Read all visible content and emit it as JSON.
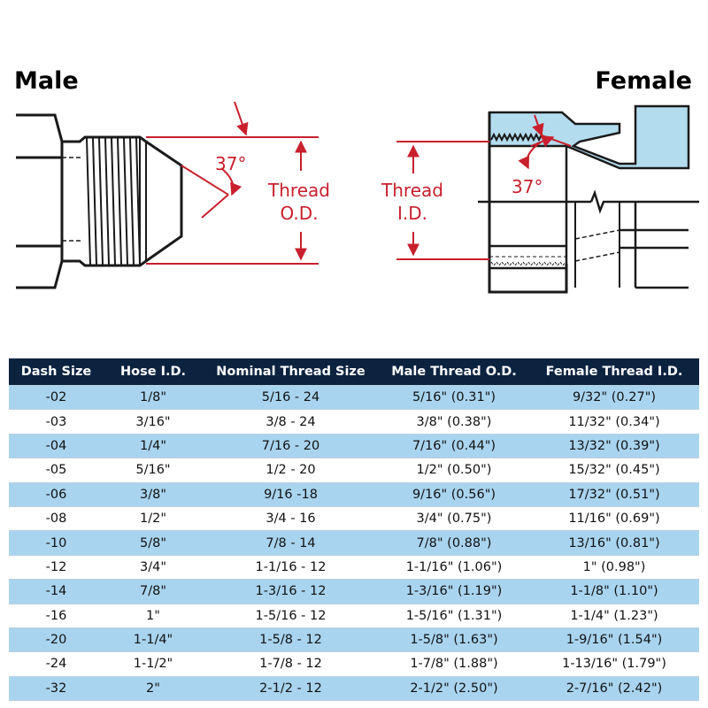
{
  "diagram": {
    "male_label": "Male",
    "female_label": "Female",
    "male_angle": "37°",
    "male_dim_line1": "Thread",
    "male_dim_line2": "O.D.",
    "female_dim_line1": "Thread",
    "female_dim_line2": "I.D.",
    "female_angle": "37°",
    "accent_color": "#c8202d",
    "fill_color": "#b3dcef"
  },
  "table": {
    "headers": [
      "Dash Size",
      "Hose I.D.",
      "Nominal Thread Size",
      "Male Thread O.D.",
      "Female Thread I.D."
    ],
    "rows": [
      [
        "-02",
        "1/8\"",
        "5/16 - 24",
        "5/16\" (0.31\")",
        "9/32\" (0.27\")"
      ],
      [
        "-03",
        "3/16\"",
        "3/8 - 24",
        "3/8\" (0.38\")",
        "11/32\" (0.34\")"
      ],
      [
        "-04",
        "1/4\"",
        "7/16 - 20",
        "7/16\" (0.44\")",
        "13/32\" (0.39\")"
      ],
      [
        "-05",
        "5/16\"",
        "1/2 - 20",
        "1/2\" (0.50\")",
        "15/32\" (0.45\")"
      ],
      [
        "-06",
        "3/8\"",
        "9/16 -18",
        "9/16\" (0.56\")",
        "17/32\" (0.51\")"
      ],
      [
        "-08",
        "1/2\"",
        "3/4 - 16",
        "3/4\" (0.75\")",
        "11/16\" (0.69\")"
      ],
      [
        "-10",
        "5/8\"",
        "7/8 - 14",
        "7/8\" (0.88\")",
        "13/16\" (0.81\")"
      ],
      [
        "-12",
        "3/4\"",
        "1-1/16 - 12",
        "1-1/16\" (1.06\")",
        "1\" (0.98\")"
      ],
      [
        "-14",
        "7/8\"",
        "1-3/16 - 12",
        "1-3/16\" (1.19\")",
        "1-1/8\" (1.10\")"
      ],
      [
        "-16",
        "1\"",
        "1-5/16 - 12",
        "1-5/16\" (1.31\")",
        "1-1/4\" (1.23\")"
      ],
      [
        "-20",
        "1-1/4\"",
        "1-5/8 - 12",
        "1-5/8\" (1.63\")",
        "1-9/16\" (1.54\")"
      ],
      [
        "-24",
        "1-1/2\"",
        "1-7/8 - 12",
        "1-7/8\" (1.88\")",
        "1-13/16\" (1.79\")"
      ],
      [
        "-32",
        "2\"",
        "2-1/2 - 12",
        "2-1/2\" (2.50\")",
        "2-7/16\" (2.42\")"
      ]
    ],
    "header_bg": "#0c2340",
    "row_alt_bg": "#a9d4ef"
  }
}
